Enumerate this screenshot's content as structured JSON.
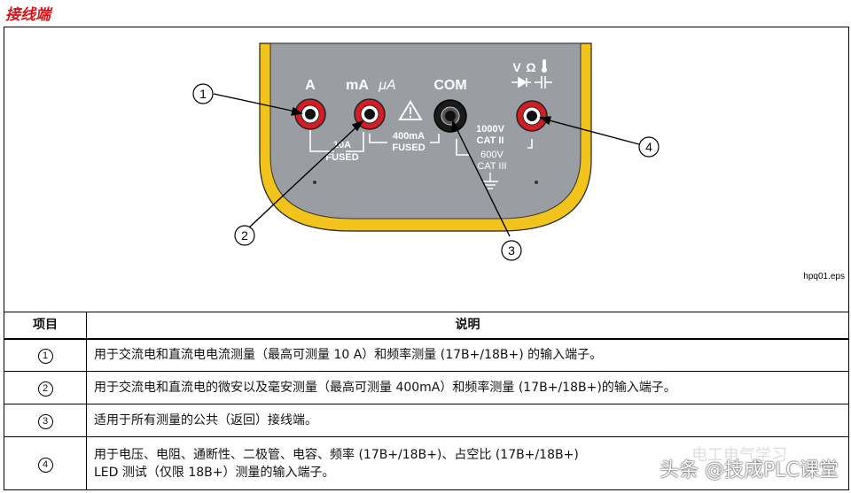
{
  "section_title": "接线端",
  "figure": {
    "label_a": "A",
    "label_ma": "mA",
    "label_ua": "μA",
    "label_com": "COM",
    "label_v": "V",
    "label_ohm": "Ω",
    "label_10a": "10A",
    "label_fused": "FUSED",
    "label_400ma": "400mA",
    "label_fused2": "FUSED",
    "label_1000v": "1000V",
    "label_cat2": "CAT II",
    "label_600v": "600V",
    "label_cat3": "CAT III",
    "callout_1": "1",
    "callout_2": "2",
    "callout_3": "3",
    "callout_4": "4",
    "eps": "hpq01.eps",
    "colors": {
      "panel": "#9a9ea3",
      "rim": "#f2c41b",
      "jack_red": "#d31d25",
      "jack_black": "#1a1a1a"
    }
  },
  "table": {
    "header_item": "项目",
    "header_desc": "说明",
    "rows": [
      {
        "num": "1",
        "desc": "用于交流电和直流电电流测量（最高可测量 10 A）和频率测量 (17B+/18B+) 的输入端子。"
      },
      {
        "num": "2",
        "desc": "用于交流电和直流电的微安以及毫安测量（最高可测量 400mA）和频率测量 (17B+/18B+)的输入端子。"
      },
      {
        "num": "3",
        "desc": "适用于所有测量的公共（返回）接线端。"
      },
      {
        "num": "4",
        "desc": "用于电压、电阻、通断性、二极管、电容、频率 (17B+/18B+)、占空比 (17B+/18B+)",
        "desc2": "LED 测试（仅限 18B+）测量的输入端子。"
      }
    ]
  },
  "watermark": "头条 @技成PLC课堂",
  "watermark_faint": "电工电气学习"
}
